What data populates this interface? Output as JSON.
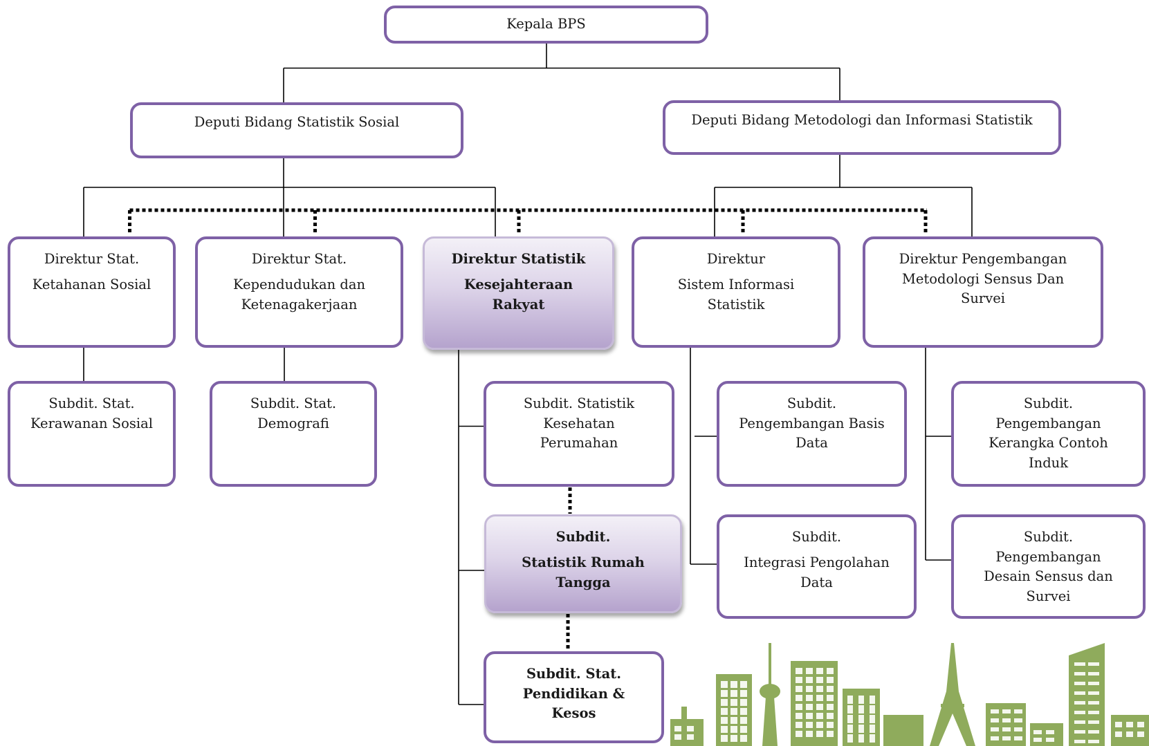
{
  "org_chart": {
    "head": "Kepala BPS",
    "deputies": {
      "social": "Deputi Bidang Statistik Sosial",
      "methodology": "Deputi Bidang Metodologi dan Informasi Statistik"
    },
    "directorates": {
      "social_resilience": [
        "Direktur Stat.",
        "Ketahanan Sosial"
      ],
      "population_labor": [
        "Direktur Stat.",
        "Kependudukan dan",
        "Ketenagakerjaan"
      ],
      "people_welfare": [
        "Direktur Statistik",
        "Kesejahteraan",
        "Rakyat"
      ],
      "information_systems": [
        "Direktur",
        "Sistem Informasi",
        "Statistik"
      ],
      "census_methodology": [
        "Direktur Pengembangan",
        "Metodologi Sensus Dan",
        "Survei"
      ]
    },
    "subdirectorates": {
      "social_vulnerability": [
        "Subdit. Stat.",
        "Kerawanan Sosial"
      ],
      "demography": [
        "Subdit. Stat.",
        "Demografi"
      ],
      "health_housing": [
        "Subdit. Statistik",
        "Kesehatan",
        "Perumahan"
      ],
      "household": [
        "Subdit.",
        "Statistik Rumah",
        "Tangga"
      ],
      "education_welfare": [
        "Subdit. Stat.",
        "Pendidikan &",
        "Kesos"
      ],
      "database_development": [
        "Subdit.",
        "Pengembangan Basis",
        "Data"
      ],
      "processing_integration": [
        "Subdit.",
        "Integrasi Pengolahan",
        "Data"
      ],
      "sampling_frame": [
        "Subdit.",
        "Pengembangan",
        "Kerangka Contoh",
        "Induk"
      ],
      "census_design": [
        "Subdit.",
        "Pengembangan",
        "Desain Sensus dan",
        "Survei"
      ]
    }
  },
  "colors": {
    "box_border": "#7e61a6",
    "highlight_top": "#f3f0f7",
    "highlight_bottom": "#b5a3cd",
    "connector": "#000000",
    "skyline": "#8fab5c"
  }
}
